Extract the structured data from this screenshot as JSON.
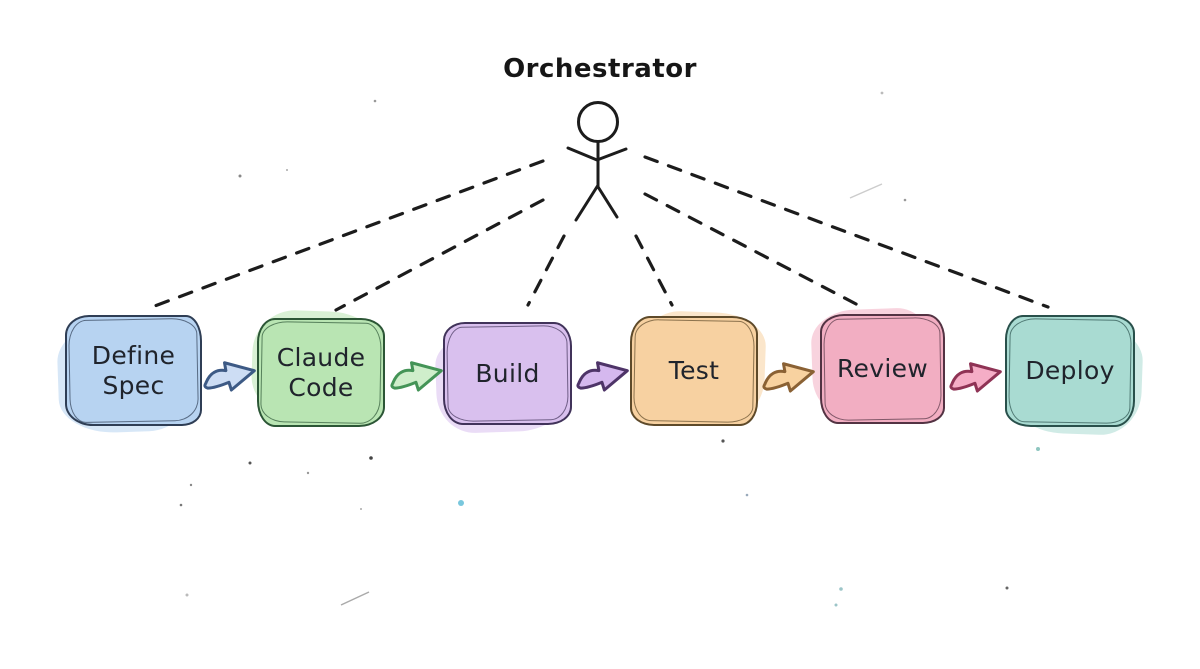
{
  "diagram": {
    "title": "Orchestrator",
    "background": "#ffffff",
    "ink": "#1c1c1c",
    "stages": [
      {
        "id": "define-spec",
        "label": "Define Spec",
        "lines": [
          "Define",
          "Spec"
        ],
        "fill": "#b7d3f1",
        "outline": "#2f3e55"
      },
      {
        "id": "claude-code",
        "label": "Claude Code",
        "lines": [
          "Claude",
          "Code"
        ],
        "fill": "#b9e5b3",
        "outline": "#2c5636"
      },
      {
        "id": "build",
        "label": "Build",
        "lines": [
          "Build"
        ],
        "fill": "#d9c0ee",
        "outline": "#41335a"
      },
      {
        "id": "test",
        "label": "Test",
        "lines": [
          "Test"
        ],
        "fill": "#f7d1a1",
        "outline": "#5e4a2a"
      },
      {
        "id": "review",
        "label": "Review",
        "lines": [
          "Review"
        ],
        "fill": "#f2aec2",
        "outline": "#533343"
      },
      {
        "id": "deploy",
        "label": "Deploy",
        "lines": [
          "Deploy"
        ],
        "fill": "#a9dbd2",
        "outline": "#29504b"
      }
    ],
    "arrows": [
      {
        "from": "define-spec",
        "to": "claude-code",
        "fill": "#cdddf4",
        "stroke": "#3d5a85"
      },
      {
        "from": "claude-code",
        "to": "build",
        "fill": "#cfeecb",
        "stroke": "#449457"
      },
      {
        "from": "build",
        "to": "test",
        "fill": "#d5b8ee",
        "stroke": "#4e3468"
      },
      {
        "from": "test",
        "to": "review",
        "fill": "#f8d2a0",
        "stroke": "#8a6134"
      },
      {
        "from": "review",
        "to": "deploy",
        "fill": "#f5adc6",
        "stroke": "#8f3355"
      }
    ],
    "links": [
      {
        "from": "orchestrator",
        "to": "define-spec"
      },
      {
        "from": "orchestrator",
        "to": "claude-code"
      },
      {
        "from": "orchestrator",
        "to": "build"
      },
      {
        "from": "orchestrator",
        "to": "test"
      },
      {
        "from": "orchestrator",
        "to": "review"
      },
      {
        "from": "orchestrator",
        "to": "deploy"
      }
    ]
  }
}
